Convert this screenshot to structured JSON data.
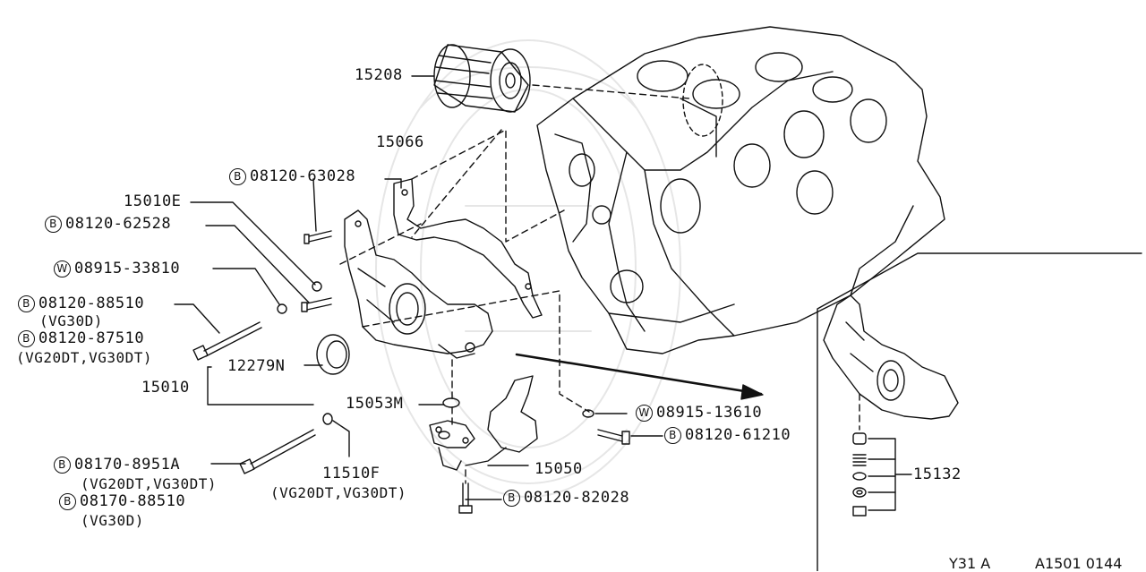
{
  "parts": [
    {
      "id": "p15208",
      "num": "15208"
    },
    {
      "id": "p15066",
      "num": "15066"
    },
    {
      "id": "p15010E",
      "num": "15010E"
    },
    {
      "id": "p15010",
      "num": "15010"
    },
    {
      "id": "p12279N",
      "num": "12279N"
    },
    {
      "id": "p15053M",
      "num": "15053M"
    },
    {
      "id": "p15050",
      "num": "15050"
    },
    {
      "id": "p11510F",
      "num": "11510F"
    },
    {
      "id": "p15132",
      "num": "15132"
    }
  ],
  "fasteners": [
    {
      "id": "f1",
      "badge": "B",
      "code": "08120-63028"
    },
    {
      "id": "f2",
      "badge": "B",
      "code": "08120-62528"
    },
    {
      "id": "f3",
      "badge": "W",
      "code": "08915-33810"
    },
    {
      "id": "f4",
      "badge": "B",
      "code": "08120-88510"
    },
    {
      "id": "f5",
      "badge": "B",
      "code": "08120-87510"
    },
    {
      "id": "f6",
      "badge": "W",
      "code": "08915-13610"
    },
    {
      "id": "f7",
      "badge": "B",
      "code": "08120-61210"
    },
    {
      "id": "f8",
      "badge": "B",
      "code": "08170-8951A"
    },
    {
      "id": "f9",
      "badge": "B",
      "code": "08170-88510"
    },
    {
      "id": "f10",
      "badge": "B",
      "code": "08120-82028"
    }
  ],
  "notes": {
    "vg30d_a": "(VG30D)",
    "vg20dt_vg30dt_a": "(VG20DT,VG30DT)",
    "vg20dt_vg30dt_b": "(VG20DT,VG30DT)",
    "vg30d_b": "(VG30D)",
    "vg20dt_vg30dt_c": "(VG20DT,VG30DT)"
  },
  "footer": {
    "left": "Y31 A",
    "right": "A1501 0144"
  }
}
